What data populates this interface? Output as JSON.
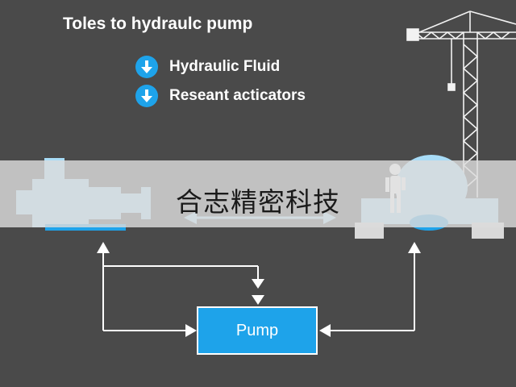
{
  "title": "Toles to hydraulc pump",
  "legend": [
    {
      "icon": "down-arrow-icon",
      "label": "Hydraulic Fluid"
    },
    {
      "icon": "down-arrow-icon",
      "label": "Reseant acticators"
    }
  ],
  "banner_text": "合志精密科技",
  "pump_label": "Pump",
  "colors": {
    "background": "#4a4a4a",
    "accent": "#1ea3ea",
    "light_accent": "#a8dcf7",
    "line": "#ffffff"
  }
}
